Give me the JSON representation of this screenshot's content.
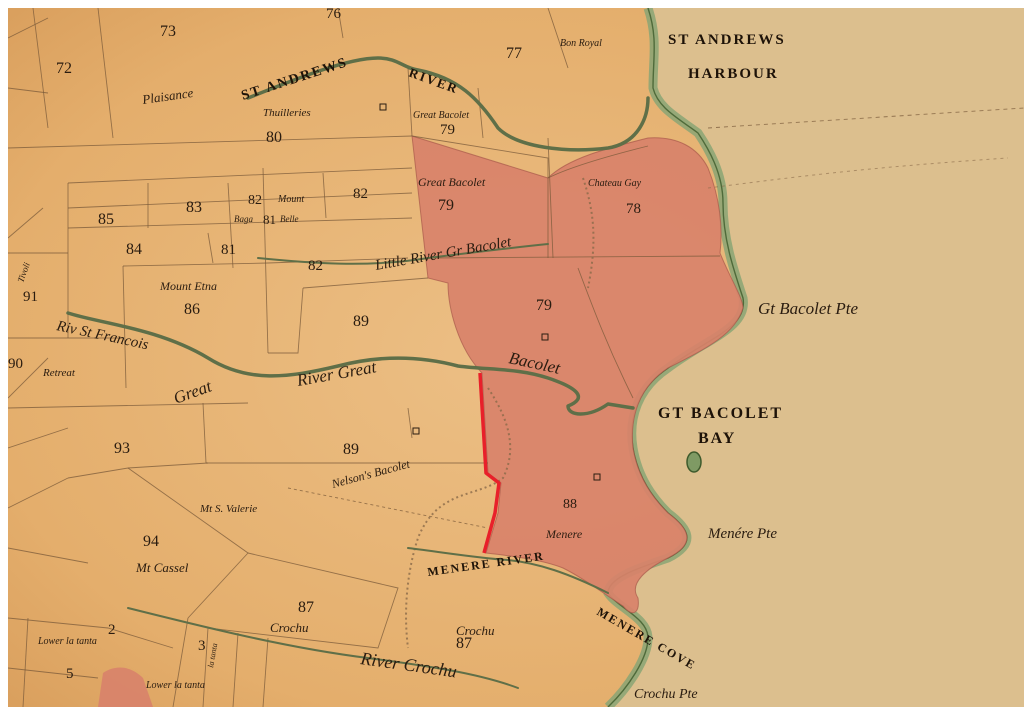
{
  "map": {
    "colors": {
      "paper": "#e6b272",
      "paper_light": "#ecc08a",
      "shaded_estate": "#d8826a",
      "shaded_edge": "#c46a5a",
      "sea_tint": "#d4b98a",
      "coast_green": "#8fa878",
      "boundary_highlight": "#e8202a"
    },
    "water_labels": {
      "harbour_line1": "ST ANDREWS",
      "harbour_line2": "HARBOUR",
      "bay_line1": "GT BACOLET",
      "bay_line2": "BAY",
      "menere_cove": "MENERE COVE"
    },
    "river_labels": {
      "st_andrews_1": "ST ANDREWS",
      "st_andrews_2": "RIVER",
      "little_river": "Little River Gr Bacolet",
      "rev_st_francois": "Riv St Francois",
      "great_river_1": "Great",
      "great_river_2": "River Great",
      "great_river_3": "Bacolet",
      "menere_river": "MENERE RIVER",
      "river_crochu": "River Crochu"
    },
    "point_labels": {
      "gt_bacolet_pt": "Gt Bacolet Pte",
      "menere_pt": "Menére Pte",
      "crochu_pt": "Crochu Pte"
    },
    "estate_names": {
      "plaisance": "Plaisance",
      "thuilleries": "Thuilleries",
      "great_bacolet_top": "Great Bacolet",
      "great_bacolet": "Great Bacolet",
      "chateau": "Chateau Gay",
      "bon_royal": "Bon Royal",
      "mount_etna": "Mount Etna",
      "retreat": "Retreat",
      "nelsons_bacolet": "Nelson's Bacolet",
      "mt_st_valerie": "Mt S. Valerie",
      "mt_cassel": "Mt Cassel",
      "crochu_87": "Crochu",
      "crochu_87b": "Crochu",
      "menere": "Menere",
      "mount": "Mount",
      "baga": "Baga",
      "belle": "Belle",
      "lower_la_tanta": "Lower la tanta",
      "lower_la_tanta_2": "Lower la tanta",
      "la_tanta": "la tanta",
      "tivoli": "Tivoli"
    },
    "plot_numbers": {
      "n72": "72",
      "n73": "73",
      "n76": "76",
      "n77": "77",
      "n79a": "79",
      "n79b": "79",
      "n79c": "79",
      "n78": "78",
      "n80": "80",
      "n82a": "82",
      "n82b": "82",
      "n82c": "82",
      "n81a": "81",
      "n81b": "81",
      "n83": "83",
      "n84": "84",
      "n85": "85",
      "n86": "86",
      "n89a": "89",
      "n89b": "89",
      "n88": "88",
      "n90": "90",
      "n91": "91",
      "n93": "93",
      "n94": "94",
      "n87a": "87",
      "n87b": "87",
      "n2": "2",
      "n3": "3",
      "n5": "5"
    }
  }
}
